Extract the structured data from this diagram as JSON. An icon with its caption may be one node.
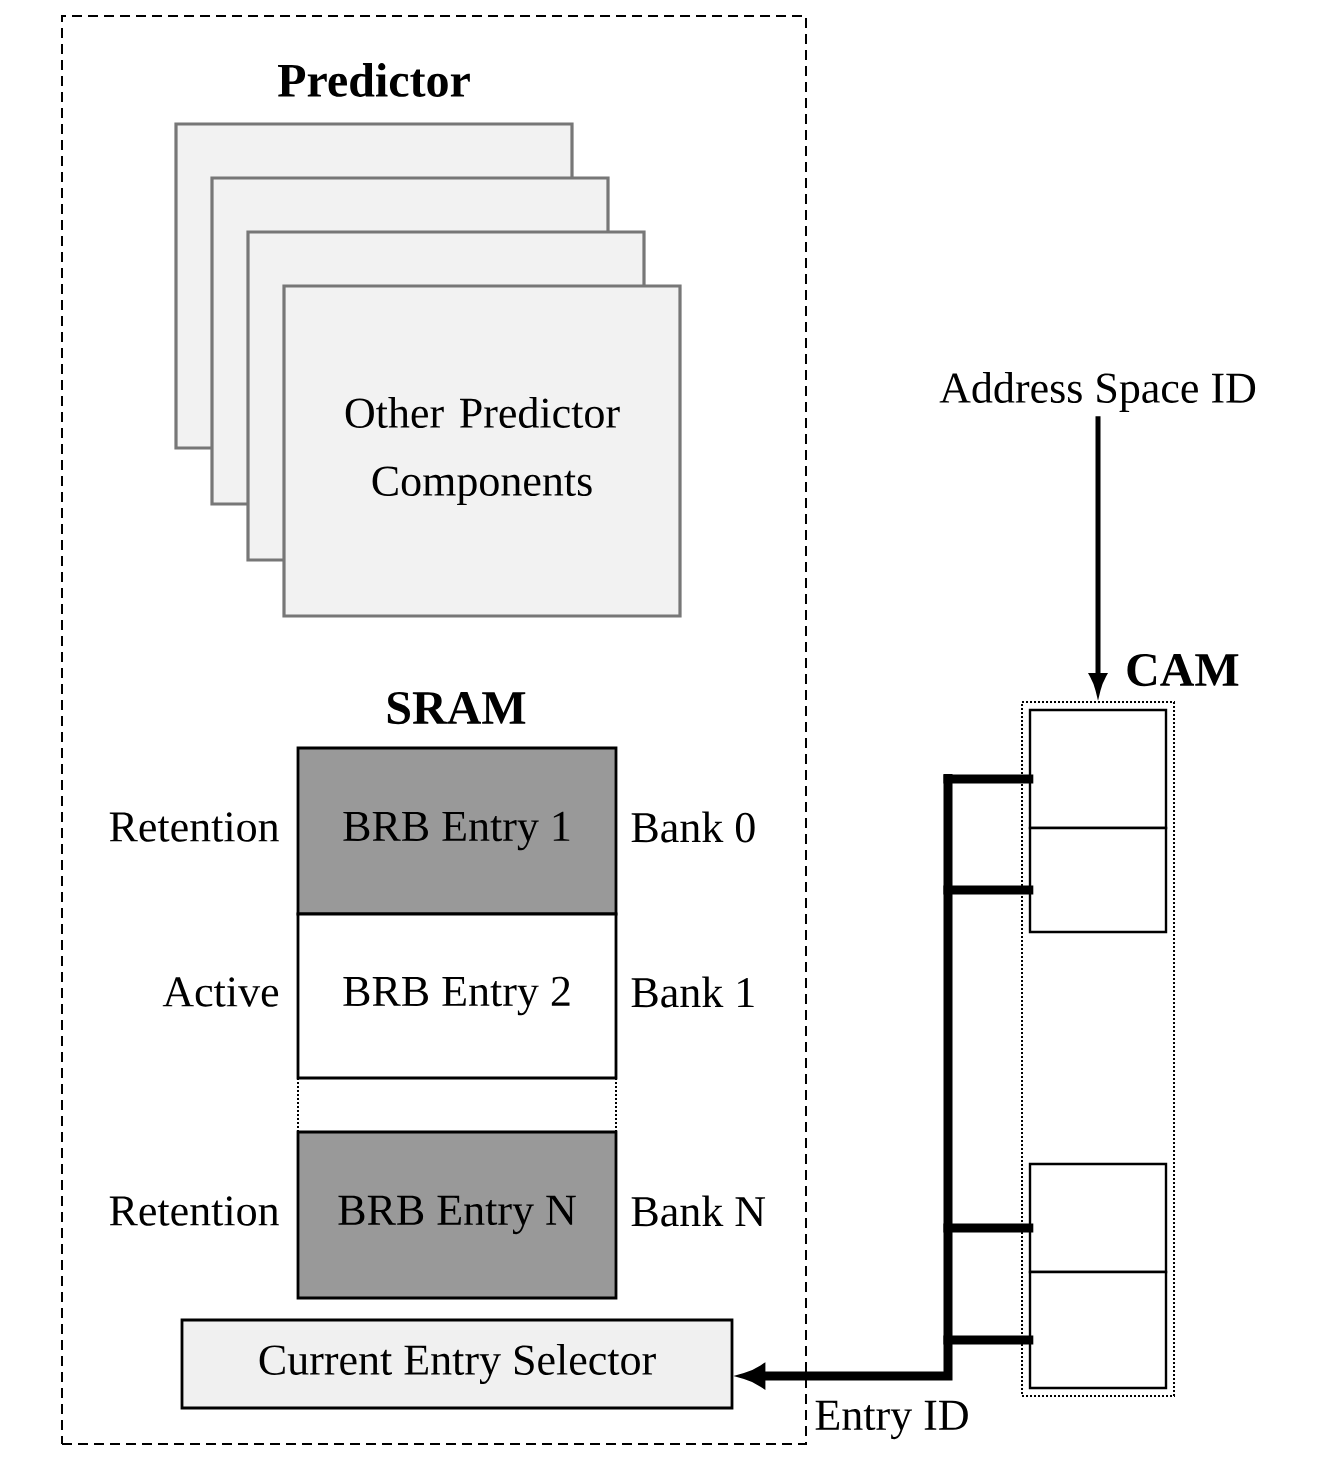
{
  "diagram": {
    "nodes": [
      {
        "text": [
          "Predictor"
        ]
      },
      {
        "text": [
          "Other Predictor Components"
        ],
        "in": 0
      },
      {
        "text": [
          "BRB Entry 1"
        ],
        "beside": [
          "Retention",
          "Bank 0"
        ],
        "in": 0
      },
      {
        "text": [
          "BRB Entry 2"
        ],
        "beside": [
          "Active",
          "Bank 1"
        ],
        "in": 0
      },
      {
        "text": [
          "BRB Entry N"
        ],
        "beside": [
          "Retention",
          "Bank N"
        ],
        "in": 0
      },
      {
        "text": [
          "Current Entry Selector"
        ],
        "in": 0
      },
      {
        "text": [
          "Address Space ID"
        ]
      },
      {
        "text": [
          "CAM"
        ]
      },
      {
        "text": [],
        "shape": "box",
        "in": 7
      },
      {
        "text": [],
        "shape": "box",
        "in": 7
      },
      {
        "text": [],
        "shape": "box",
        "in": 7
      },
      {
        "text": [],
        "shape": "box",
        "in": 7
      }
    ],
    "edges": [
      {
        "from": 6,
        "to": 7,
        "arrow": "to"
      },
      {
        "from": 8,
        "to": 5,
        "arrow": "to"
      },
      {
        "from": 9,
        "to": 5,
        "arrow": "to"
      },
      {
        "from": 10,
        "to": 5,
        "arrow": "to"
      },
      {
        "from": 11,
        "to": 5,
        "arrow": "to"
      }
    ],
    "labels": [
      "SRAM",
      "Entry ID"
    ]
  }
}
